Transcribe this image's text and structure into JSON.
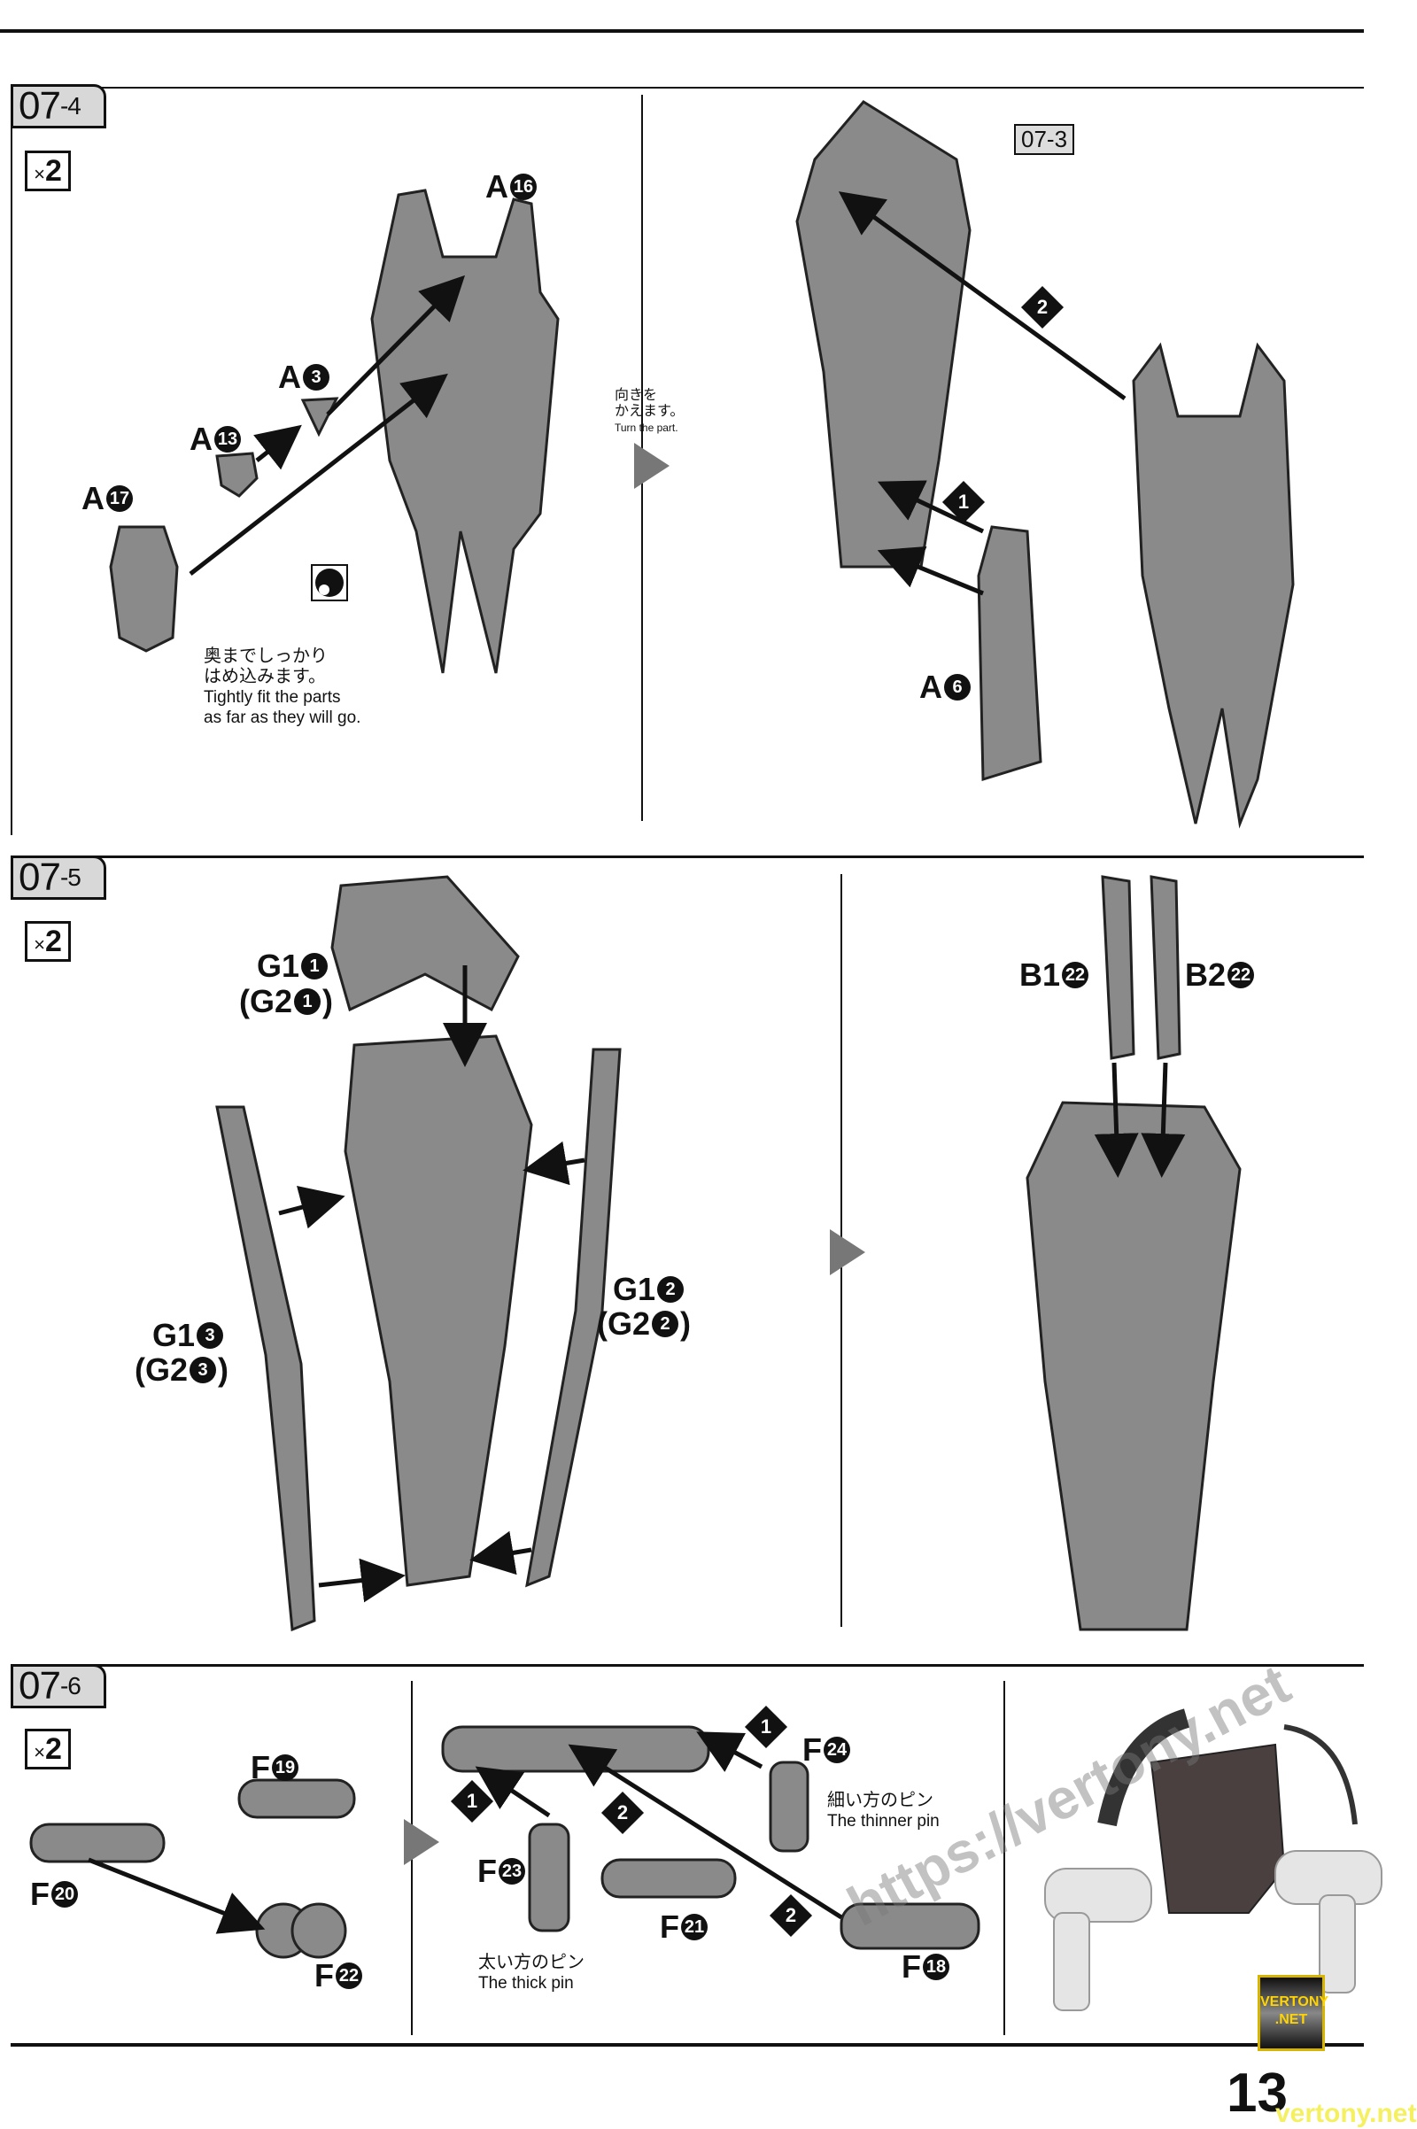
{
  "sections": [
    {
      "id": "07",
      "sub": "-4",
      "multiplier": "2",
      "multiplier_sign": "×",
      "labels": {
        "a16": {
          "letter": "A",
          "num": "16"
        },
        "a3": {
          "letter": "A",
          "num": "3"
        },
        "a13": {
          "letter": "A",
          "num": "13"
        },
        "a17": {
          "letter": "A",
          "num": "17"
        },
        "a6": {
          "letter": "A",
          "num": "6"
        }
      },
      "fit_note": {
        "jp1": "奥までしっかり",
        "jp2": "はめ込みます。",
        "en1": "Tightly fit the parts",
        "en2": "as far as they will go."
      },
      "turn_note": {
        "jp1": "向きを",
        "jp2": "かえます。",
        "en": "Turn the part."
      },
      "ref": "07-3",
      "steps": [
        "2",
        "1"
      ]
    },
    {
      "id": "07",
      "sub": "-5",
      "multiplier": "2",
      "multiplier_sign": "×",
      "labels": {
        "g11": "G1",
        "g11n": "1",
        "g21": "(G2",
        "g21n": "1",
        "g13": "G1",
        "g13n": "3",
        "g23": "(G2",
        "g23n": "3",
        "g12": "G1",
        "g12n": "2",
        "g22": "(G2",
        "g22n": "2",
        "b1": "B1",
        "b1n": "22",
        "b2": "B2",
        "b2n": "22",
        "close": ")"
      }
    },
    {
      "id": "07",
      "sub": "-6",
      "multiplier": "2",
      "multiplier_sign": "×",
      "labels": {
        "f19": "19",
        "f20": "20",
        "f22": "22",
        "f23": "23",
        "f21": "21",
        "f24": "24",
        "f18": "18",
        "letter": "F"
      },
      "thick_note": {
        "jp": "太い方のピン",
        "en": "The thick pin"
      },
      "thin_note": {
        "jp": "細い方のピン",
        "en": "The thinner pin"
      },
      "steps": [
        "1",
        "2",
        "2",
        "1"
      ]
    }
  ],
  "watermark": "https://vertony.net",
  "logo": {
    "line1": "VERTONY",
    "line2": ".NET"
  },
  "page_number": "13",
  "site": "vertony.net",
  "colors": {
    "part": "#8a8a8a",
    "dark_part": "#4a4040",
    "logo_border": "#d6b400"
  }
}
